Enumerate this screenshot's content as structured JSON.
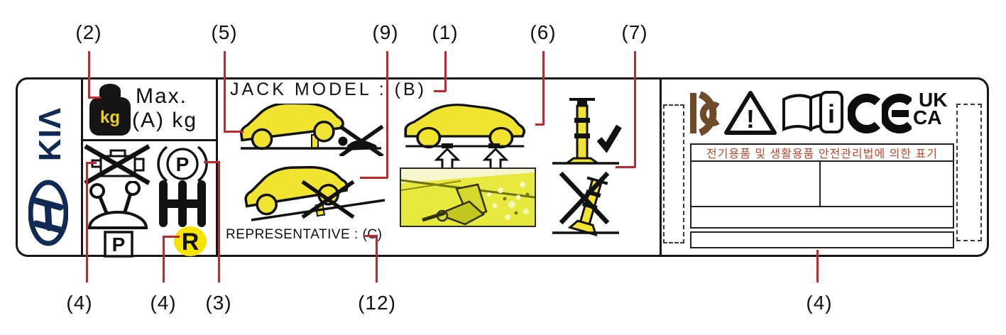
{
  "callouts": {
    "top": [
      "(2)",
      "(5)",
      "(9)",
      "(1)",
      "(6)",
      "(7)"
    ],
    "bottom": [
      "(4)",
      "(4)",
      "(3)",
      "(12)",
      "(4)"
    ]
  },
  "label": {
    "jack_model": "JACK MODEL : (B)",
    "representative": "REPRESENTATIVE : (C)"
  },
  "max_cell": {
    "line1": "Max.",
    "line2": "(A) kg",
    "kg": "kg"
  },
  "logos": {
    "kia_wordmark": "KIΛ"
  },
  "pictograms": {
    "parking_brake_letter": "P",
    "park_letter": "P",
    "reverse_letter": "R"
  },
  "cert": {
    "korean_notice": "전기용품 및 생활용품 안전관리법에 의한 표기",
    "warning_mark": "!",
    "info_mark": "i",
    "uk": "UK",
    "ca": "CA"
  },
  "colors": {
    "callout_red": "#c1272d",
    "logo_navy": "#0e2a55",
    "label_yellow": "#f1e431",
    "korean_text_red": "#c4452c",
    "kc_brown": "#6f4a28",
    "reverse_circle_yellow": "#f6e400"
  }
}
